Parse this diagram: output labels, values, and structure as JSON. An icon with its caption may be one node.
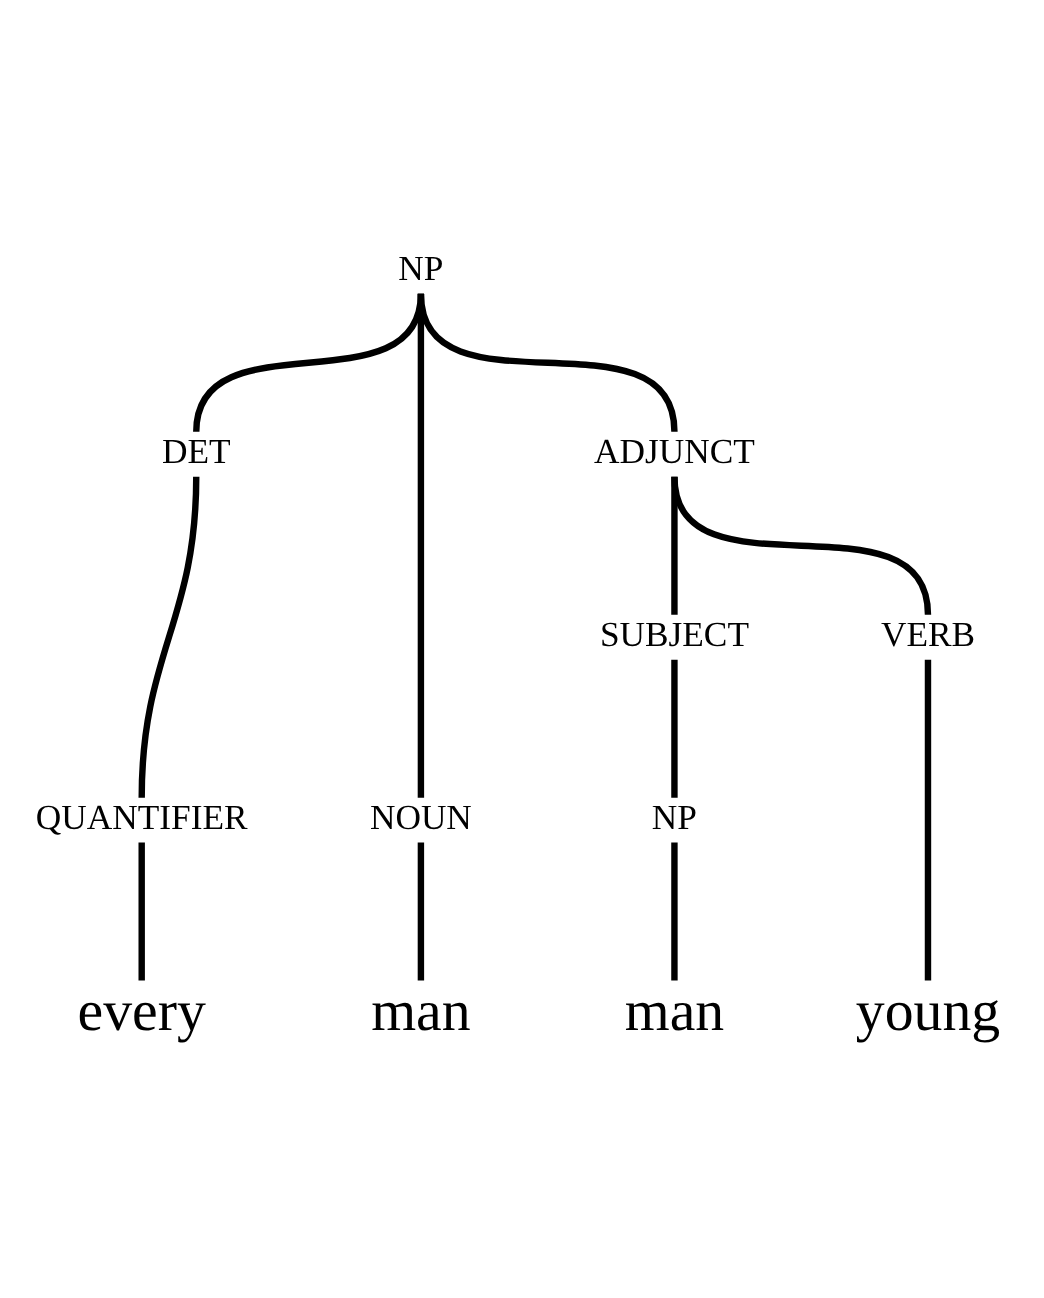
{
  "diagram": {
    "nodes": [
      {
        "text": [
          "NP"
        ]
      },
      {
        "text": [
          "DET"
        ]
      },
      {
        "text": [
          "NOUN"
        ]
      },
      {
        "text": [
          "ADJUNCT"
        ]
      },
      {
        "text": [
          "QUANTIFIER"
        ]
      },
      {
        "text": [
          "SUBJECT"
        ]
      },
      {
        "text": [
          "VERB"
        ]
      },
      {
        "text": [
          "NP"
        ]
      },
      {
        "text": [
          "every"
        ]
      },
      {
        "text": [
          "man"
        ]
      },
      {
        "text": [
          "man"
        ]
      },
      {
        "text": [
          "young"
        ]
      }
    ],
    "edges": [
      {
        "from": 0,
        "to": 1,
        "arrow": "none"
      },
      {
        "from": 0,
        "to": 2,
        "arrow": "none"
      },
      {
        "from": 0,
        "to": 3,
        "arrow": "none"
      },
      {
        "from": 1,
        "to": 4,
        "arrow": "none"
      },
      {
        "from": 4,
        "to": 8,
        "arrow": "none"
      },
      {
        "from": 2,
        "to": 9,
        "arrow": "none"
      },
      {
        "from": 3,
        "to": 5,
        "arrow": "none"
      },
      {
        "from": 3,
        "to": 6,
        "arrow": "none"
      },
      {
        "from": 5,
        "to": 7,
        "arrow": "none"
      },
      {
        "from": 7,
        "to": 10,
        "arrow": "none"
      },
      {
        "from": 6,
        "to": 11,
        "arrow": "none"
      }
    ]
  }
}
